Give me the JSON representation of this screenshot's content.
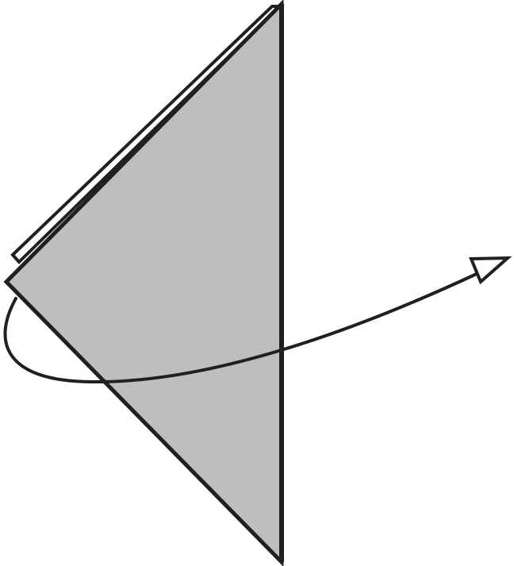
{
  "diagram": {
    "type": "origami-fold-step",
    "instruction": "fold-behind",
    "colors": {
      "paper_front": "#bdbebe",
      "paper_back": "#ffffff",
      "stroke": "#231f20"
    },
    "icons": [
      "folded-paper-triangle",
      "back-layer-flap",
      "fold-arrow-icon"
    ]
  }
}
